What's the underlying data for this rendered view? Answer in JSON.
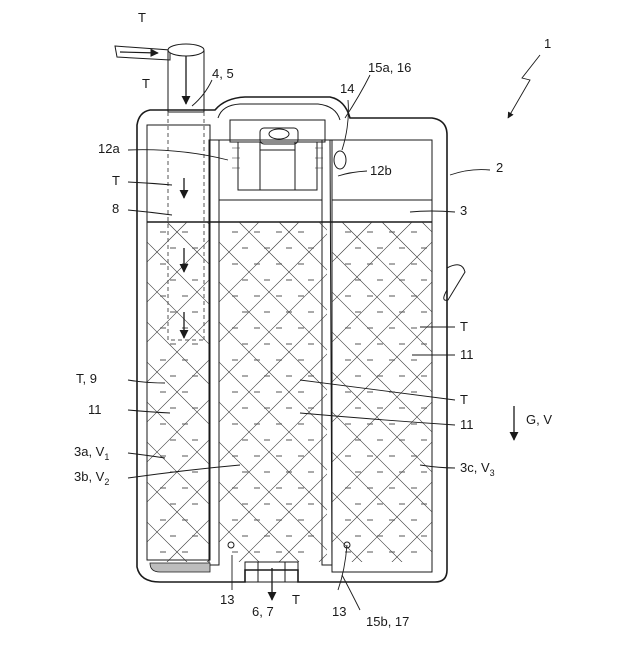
{
  "labels": {
    "tank": "1",
    "housing": "2",
    "level": "3",
    "inlet_top": "T",
    "inlet_arrow": "T",
    "inlet_ref": "4, 5",
    "cap_left": "12a",
    "cap_right": "12b",
    "vent": "14",
    "top_wall": "15a, 16",
    "flow_upper": "T",
    "channel": "8",
    "fluid_right": "T",
    "foam_right": "11",
    "fluid_left": "T, 9",
    "foam_left": "11",
    "fluid_center": "T",
    "foam_center": "11",
    "gravity": "G, V",
    "chamber_a": "3a, V",
    "chamber_a_sub": "1",
    "chamber_b": "3b, V",
    "chamber_b_sub": "2",
    "chamber_c": "3c, V",
    "chamber_c_sub": "3",
    "hole_left": "13",
    "outlet": "6, 7",
    "outlet_arrow": "T",
    "hole_right": "13",
    "bottom_wall": "15b, 17"
  }
}
